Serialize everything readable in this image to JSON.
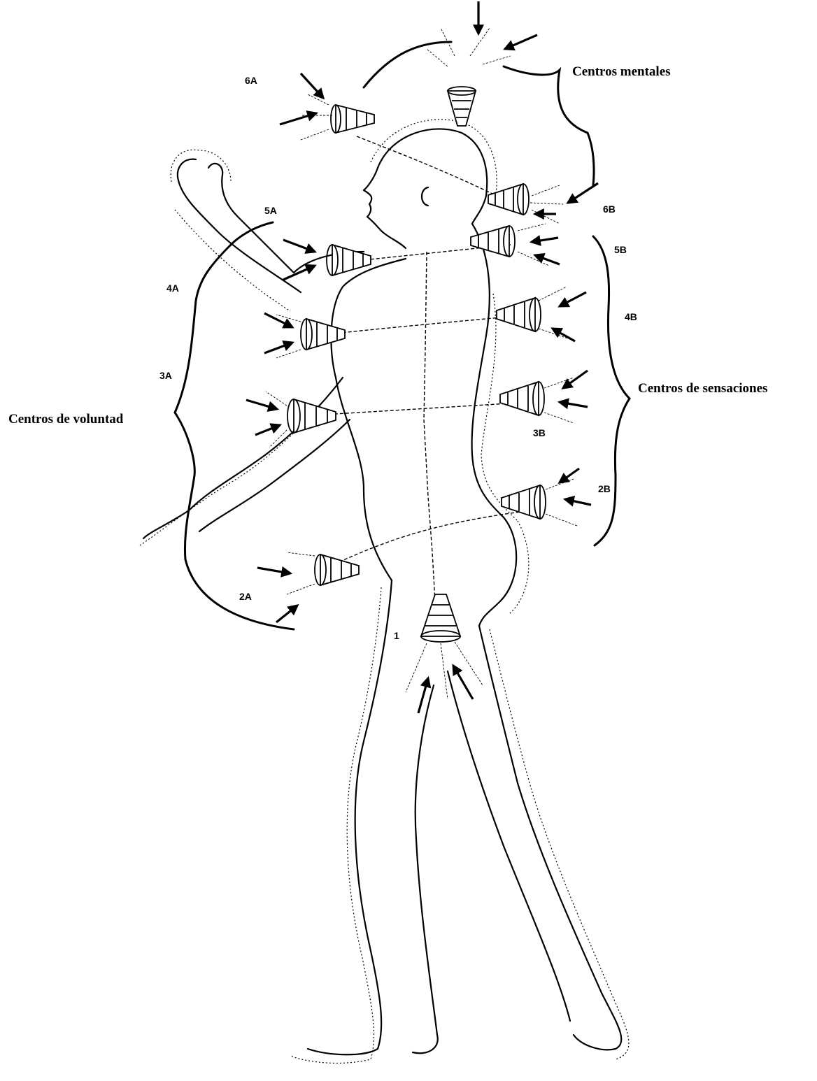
{
  "groups": {
    "mental": "Centros mentales",
    "will": "Centros de voluntad",
    "sensation": "Centros de sensaciones"
  },
  "centers": {
    "c6A": "6A",
    "c6B": "6B",
    "c5A": "5A",
    "c5B": "5B",
    "c4A": "4A",
    "c4B": "4B",
    "c3A": "3A",
    "c3B": "3B",
    "c2A": "2A",
    "c2B": "2B",
    "c1": "1"
  },
  "colors": {
    "ink": "#000000",
    "background": "#ffffff"
  }
}
